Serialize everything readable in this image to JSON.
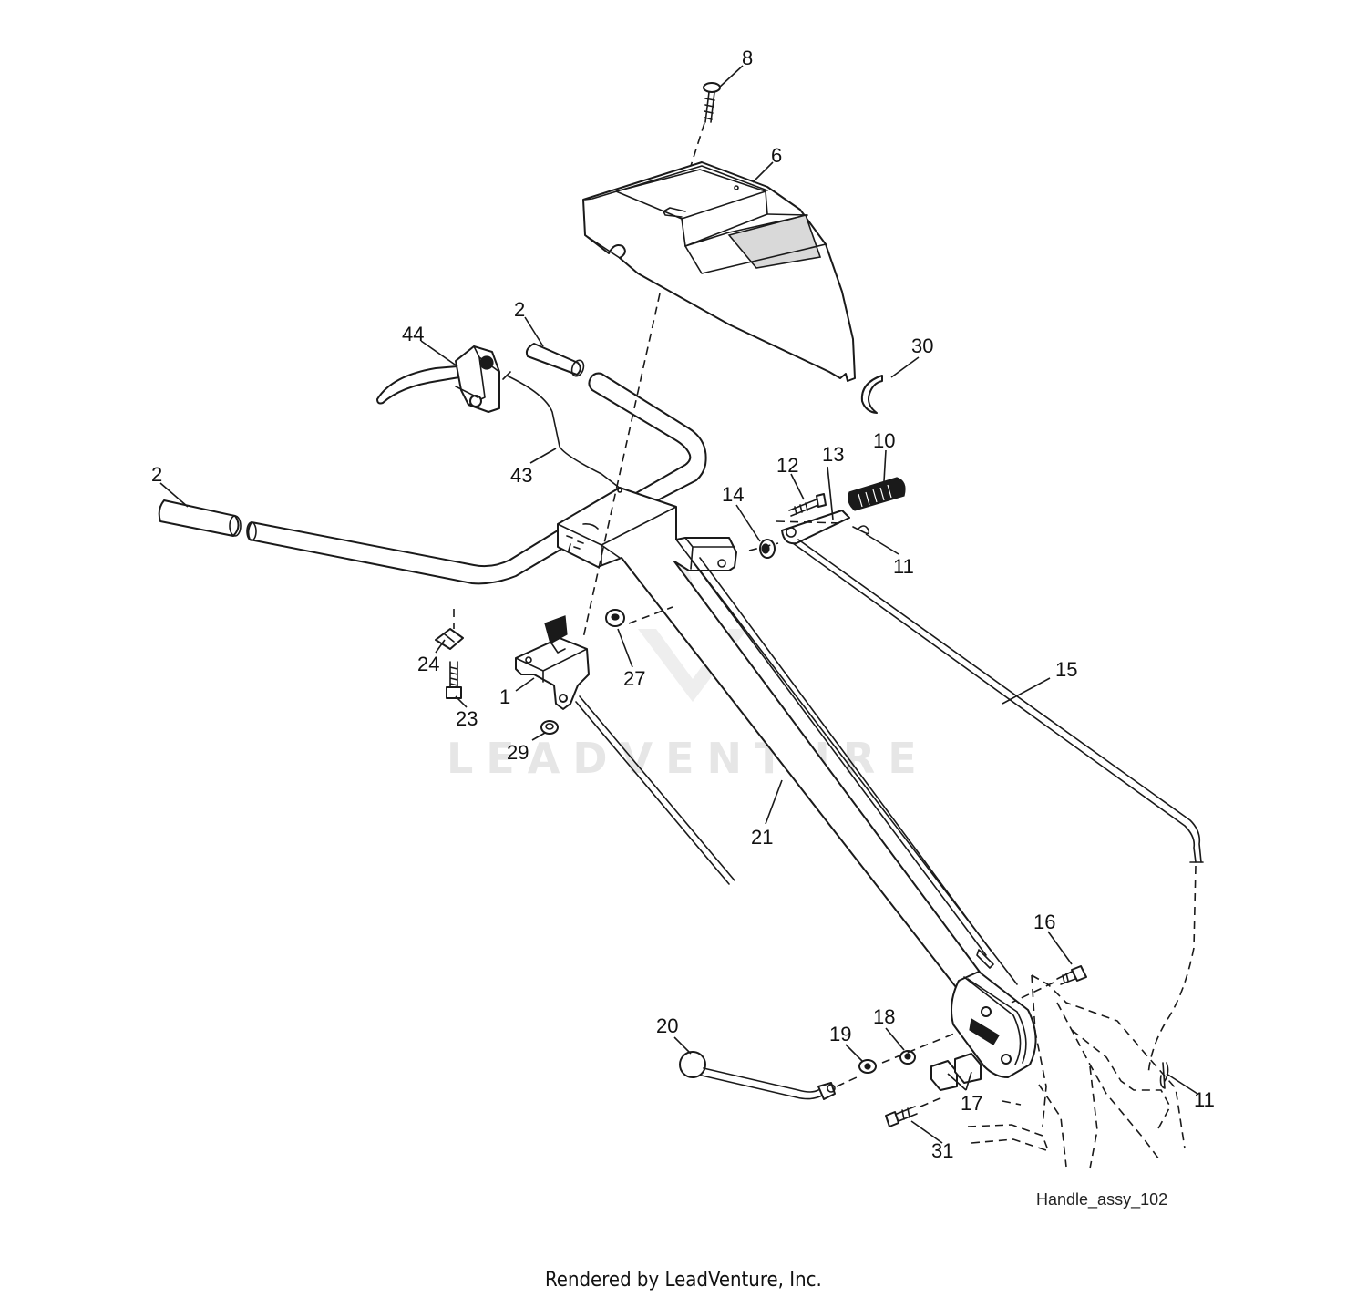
{
  "watermark": "LEADVENTURE",
  "figure_id": "Handle_assy_102",
  "footer": "Rendered by LeadVenture, Inc.",
  "callouts": {
    "c8": "8",
    "c6": "6",
    "c2a": "2",
    "c44": "44",
    "c30": "30",
    "c2b": "2",
    "c43": "43",
    "c12": "12",
    "c13": "13",
    "c10": "10",
    "c14": "14",
    "c11a": "11",
    "c15": "15",
    "c24": "24",
    "c1": "1",
    "c27": "27",
    "c23": "23",
    "c29": "29",
    "c21": "21",
    "c16": "16",
    "c20": "20",
    "c19": "19",
    "c18": "18",
    "c17": "17",
    "c11b": "11",
    "c31": "31"
  },
  "colors": {
    "line": "#1a1a1a",
    "watermark": "#e6e6e6",
    "background": "#ffffff"
  }
}
